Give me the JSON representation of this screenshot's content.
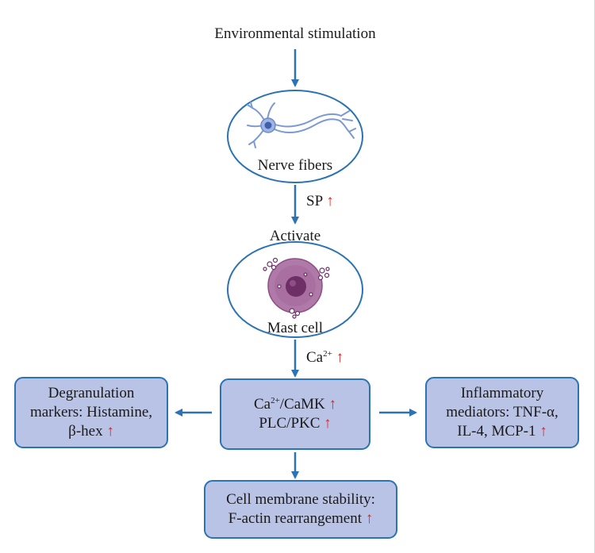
{
  "top_label": "Environmental stimulation",
  "nerve": {
    "label": "Nerve fibers",
    "icon": "neuron-icon"
  },
  "sp": {
    "text": "SP",
    "arrow": "↑"
  },
  "activate": "Activate",
  "mast": {
    "label": "Mast cell",
    "icon": "mast-cell-icon"
  },
  "ca": {
    "base": "Ca",
    "sup": "2+",
    "arrow": "↑"
  },
  "center_box": {
    "line1_base": "Ca",
    "line1_sup": "2+",
    "line1_rest": "/CaMK",
    "line1_arrow": "↑",
    "line2_text": "PLC/PKC",
    "line2_arrow": "↑"
  },
  "left_box": {
    "line1": "Degranulation",
    "line2": "markers: Histamine,",
    "line3_text": "β-hex",
    "line3_arrow": "↑"
  },
  "right_box": {
    "line1": "Inflammatory",
    "line2": "mediators: TNF-α,",
    "line3_text": "IL-4, MCP-1",
    "line3_arrow": "↑"
  },
  "bottom_box": {
    "line1": "Cell membrane stability:",
    "line2_text": "F-actin rearrangement",
    "line2_arrow": "↑"
  },
  "colors": {
    "arrow": "#2b73b3",
    "box_fill": "#b9c3e6",
    "up_arrow": "#e02020",
    "cell_body": "#9c5a93",
    "neuron": "#6a8cc8"
  }
}
